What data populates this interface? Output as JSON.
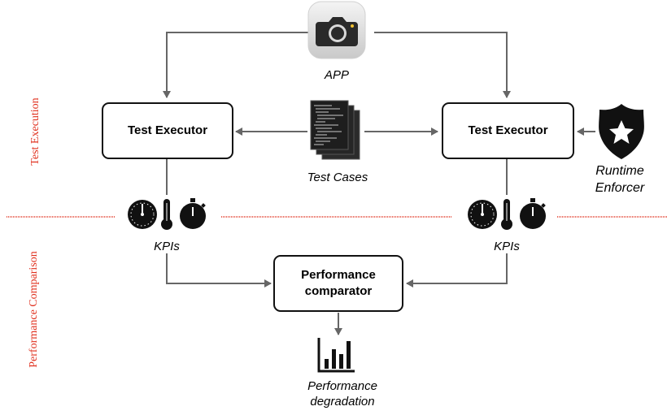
{
  "diagram": {
    "app_label": "APP",
    "left_executor_label": "Test Executor",
    "right_executor_label": "Test Executor",
    "test_cases_label": "Test Cases",
    "runtime_enforcer_label": "Runtime\nEnforcer",
    "kpis_left_label": "KPIs",
    "kpis_right_label": "KPIs",
    "comparator_label": "Performance\ncomparator",
    "degradation_label": "Performance\ndegradation",
    "section_top_label": "Test Execution",
    "section_bottom_label": "Performance Comparison"
  },
  "icons": {
    "app": "camera-icon",
    "test_cases": "code-documents-icon",
    "enforcer": "police-badge-star-icon",
    "kpi_set": [
      "stopwatch-icon",
      "thermometer-icon",
      "timer-icon"
    ],
    "degradation": "bar-chart-icon"
  },
  "colors": {
    "divider": "#e0301e",
    "section_label": "#e0301e",
    "arrow": "#666666",
    "box_border": "#111111"
  }
}
